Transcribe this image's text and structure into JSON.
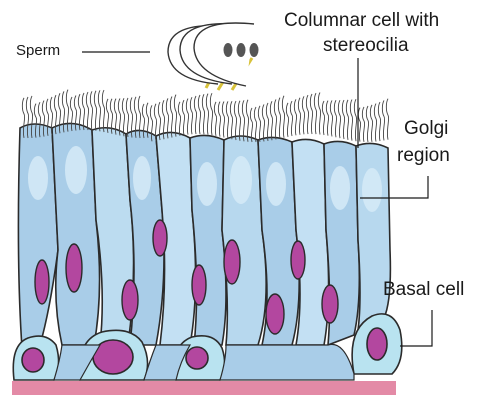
{
  "labels": {
    "sperm": "Sperm",
    "columnar_line1": "Columnar cell with",
    "columnar_line2": "stereocilia",
    "golgi_line1": "Golgi",
    "golgi_line2": "region",
    "basal": "Basal cell"
  },
  "colors": {
    "cell_fill": "#a9cde8",
    "cell_fill_light": "#c8e2f3",
    "cell_outline": "#2b2b2b",
    "nucleus": "#b3479f",
    "basement_membrane": "#e38aa6",
    "basal_cell_fill": "#b9e3f0",
    "sperm_tail": "#d8c23a",
    "label_text": "#1a1a1a"
  }
}
